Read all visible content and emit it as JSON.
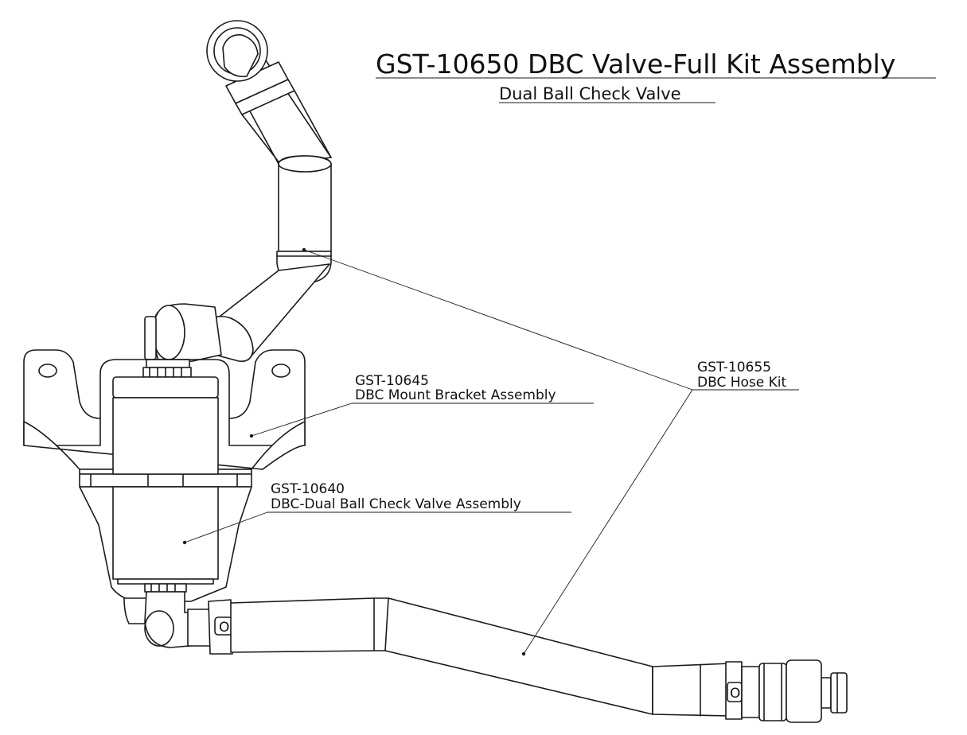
{
  "title": "GST-10650 DBC Valve-Full Kit Assembly",
  "subtitle": "Dual Ball Check Valve",
  "callouts": [
    {
      "part_number": "GST-10655",
      "description": "DBC Hose Kit"
    },
    {
      "part_number": "GST-10645",
      "description": "DBC Mount Bracket Assembly"
    },
    {
      "part_number": "GST-10640",
      "description": "DBC-Dual Ball Check Valve Assembly"
    }
  ],
  "fitting_marks": [
    "O",
    "O"
  ]
}
